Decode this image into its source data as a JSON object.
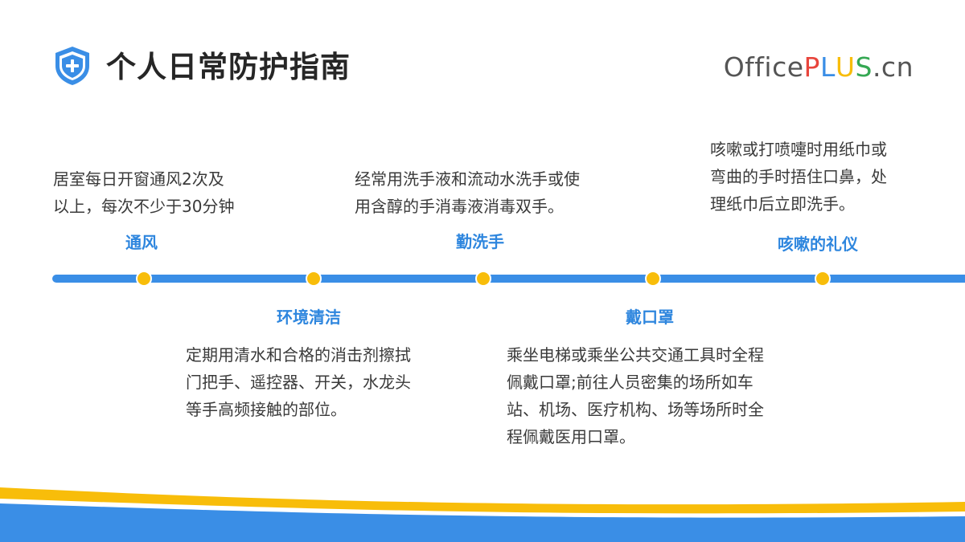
{
  "header": {
    "title": "个人日常防护指南",
    "logo_parts": [
      {
        "text": "Office",
        "color": "#555555"
      },
      {
        "text": "P",
        "color": "#e8453c"
      },
      {
        "text": "L",
        "color": "#3a8ee6"
      },
      {
        "text": "U",
        "color": "#f8bd0a"
      },
      {
        "text": "S",
        "color": "#35a853"
      },
      {
        "text": ".cn",
        "color": "#555555"
      }
    ]
  },
  "colors": {
    "accent_blue": "#3a8ee6",
    "accent_yellow": "#f8bd0a",
    "title_blue": "#2e86de"
  },
  "timeline": {
    "nodes": [
      {
        "title": "通风",
        "desc_lines": [
          "居室每日开窗通风2次及",
          "以上，每次不少于30分钟"
        ]
      },
      {
        "title": "环境清洁",
        "desc_lines": [
          "定期用清水和合格的消击剂擦拭",
          "门把手、遥控器、开关，水龙头",
          "等手高频接触的部位。"
        ]
      },
      {
        "title": "勤洗手",
        "desc_lines": [
          "经常用洗手液和流动水洗手或使",
          "用含醇的手消毒液消毒双手。"
        ]
      },
      {
        "title": "戴口罩",
        "desc_lines": [
          "乘坐电梯或乘坐公共交通工具时全程",
          "佩戴口罩;前往人员密集的场所如车",
          "站、机场、医疗机构、场等场所时全",
          "程佩戴医用口罩。"
        ]
      },
      {
        "title": "咳嗽的礼仪",
        "desc_lines": [
          "咳嗽或打喷嚏时用纸巾或",
          "弯曲的手时捂住口鼻，处",
          "理纸巾后立即洗手。"
        ]
      }
    ]
  }
}
